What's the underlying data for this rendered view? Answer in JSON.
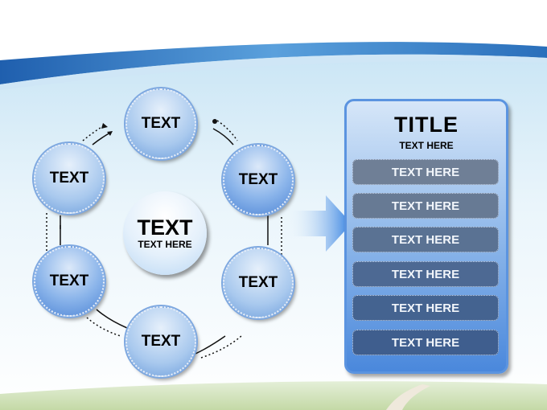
{
  "cycle": {
    "center": {
      "title": "TEXT",
      "subtitle": "TEXT HERE"
    },
    "nodes": [
      "TEXT",
      "TEXT",
      "TEXT",
      "TEXT",
      "TEXT",
      "TEXT"
    ]
  },
  "panel": {
    "title": "TITLE",
    "subtitle": "TEXT HERE",
    "rows": [
      "TEXT HERE",
      "TEXT HERE",
      "TEXT HERE",
      "TEXT HERE",
      "TEXT HERE",
      "TEXT HERE"
    ],
    "row_colors": [
      "#6f7f96",
      "#677a94",
      "#5a7293",
      "#4d6993",
      "#446390",
      "#3f5e8e"
    ]
  }
}
